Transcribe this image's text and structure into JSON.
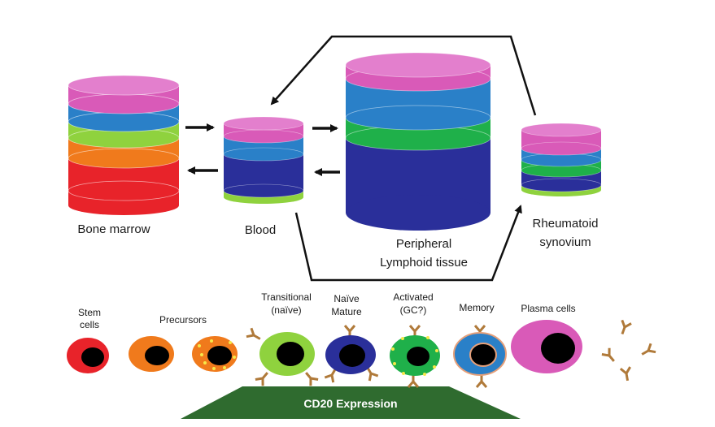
{
  "compartments": {
    "bone_marrow": "Bone marrow",
    "blood": "Blood",
    "peripheral_line1": "Peripheral",
    "peripheral_line2": "Lymphoid tissue",
    "synovium_line1": "Rheumatoid",
    "synovium_line2": "synovium"
  },
  "cells": {
    "stem_line1": "Stem",
    "stem_line2": "cells",
    "precursors": "Precursors",
    "transitional_line1": "Transitional",
    "transitional_line2": "(naïve)",
    "naive_line1": "Naïve",
    "naive_line2": "Mature",
    "activated_line1": "Activated",
    "activated_line2": "(GC?)",
    "memory": "Memory",
    "plasma": "Plasma cells"
  },
  "cd20_label": "CD20 Expression",
  "colors": {
    "stem": "#e8232a",
    "precursor": "#f07a1c",
    "transitional": "#8fd23e",
    "naive": "#2a2f9a",
    "activated": "#1fb04a",
    "memory": "#2a80c8",
    "plasma": "#d95ab8",
    "antibody": "#b07a3a",
    "cd20_triangle": "#2f6b2f"
  }
}
